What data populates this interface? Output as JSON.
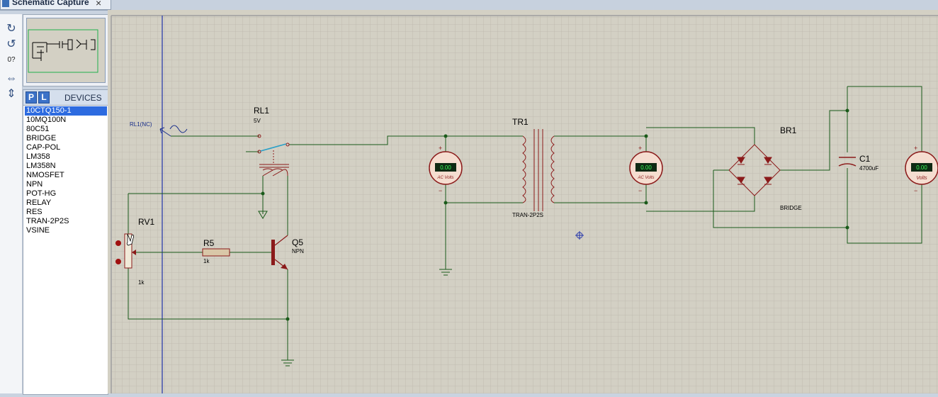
{
  "tab": {
    "title": "Schematic Capture",
    "close": "×"
  },
  "tools": {
    "redo_icon": "rotate-clockwise-icon",
    "undo_icon": "rotate-counterclockwise-icon",
    "angle": "0?",
    "mirror_h_icon": "mirror-horizontal-icon",
    "mirror_v_icon": "mirror-vertical-icon"
  },
  "devices": {
    "p_button": "P",
    "l_button": "L",
    "title": "DEVICES",
    "items": [
      "10CTQ150-1",
      "10MQ100N",
      "80C51",
      "BRIDGE",
      "CAP-POL",
      "LM358",
      "LM358N",
      "NMOSFET",
      "NPN",
      "POT-HG",
      "RELAY",
      "RES",
      "TRAN-2P2S",
      "VSINE"
    ],
    "selected_index": 0
  },
  "schematic": {
    "terminal_label": "RL1(NC)",
    "rl1": {
      "ref": "RL1",
      "value": "5V"
    },
    "rv1": {
      "ref": "RV1",
      "value": "1k"
    },
    "r5": {
      "ref": "R5",
      "value": "1k"
    },
    "q5": {
      "ref": "Q5",
      "value": "NPN"
    },
    "tr1": {
      "ref": "TR1",
      "value": "TRAN-2P2S"
    },
    "br1": {
      "ref": "BR1",
      "value": "BRIDGE"
    },
    "c1": {
      "ref": "C1",
      "value": "4700uF"
    },
    "meter1": {
      "reading": "0.00",
      "label": "AC Volts",
      "plus": "+",
      "minus": "−"
    },
    "meter2": {
      "reading": "0.00",
      "label": "AC Volts",
      "plus": "+",
      "minus": "−"
    },
    "meter3": {
      "reading": "0.00",
      "label": "Volts",
      "plus": "+",
      "minus": "−"
    }
  },
  "colors": {
    "wire": "#1a5a1a",
    "component": "#8b1a1a",
    "canvas": "#d3d0c4",
    "grid": "#bdbab0",
    "selection": "#2d6be0"
  }
}
